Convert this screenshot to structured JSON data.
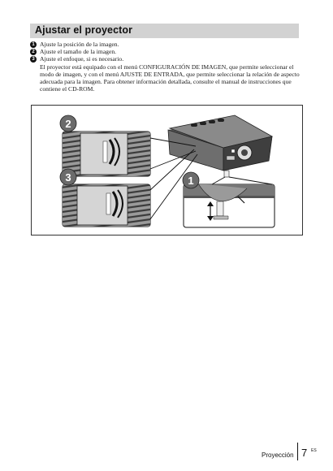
{
  "section": {
    "title": "Ajustar el proyector"
  },
  "steps": [
    {
      "number": "1",
      "text": "Ajuste la posición de la imagen."
    },
    {
      "number": "2",
      "text": "Ajuste el tamaño de la imagen."
    },
    {
      "number": "3",
      "text": "Ajuste el enfoque, si es necesario."
    }
  ],
  "note": "El proyector está equipado con el menú CONFIGURACIÓN DE IMAGEN, que permite seleccionar el modo de imagen, y con el menú AJUSTE DE ENTRADA, que permite seleccionar la relación de aspecto adecuada para la imagen. Para obtener información detallada, consulte el manual de instrucciones que contiene el CD-ROM.",
  "figure": {
    "callouts": [
      "2",
      "3",
      "1"
    ]
  },
  "footer": {
    "section": "Proyección",
    "page": "7",
    "lang": "ES"
  }
}
